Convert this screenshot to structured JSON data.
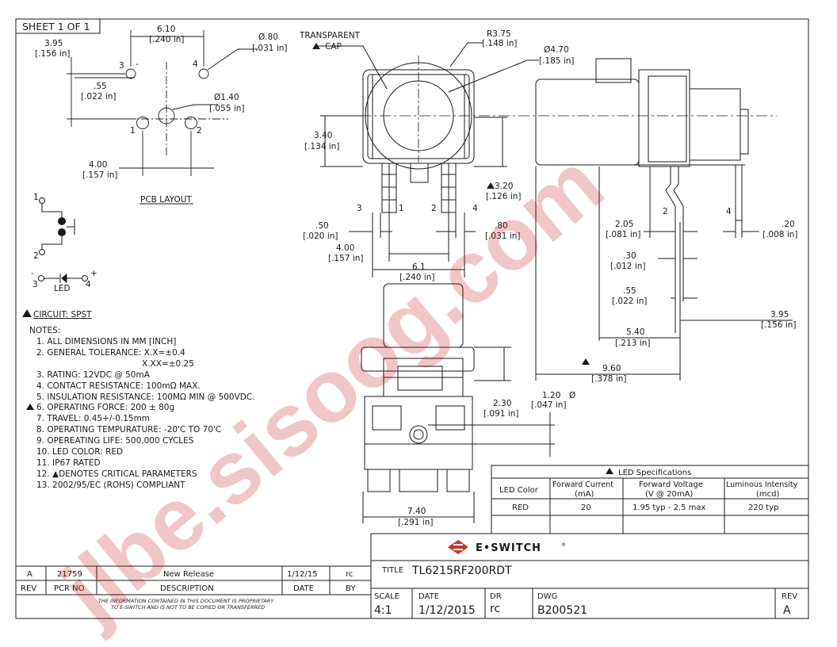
{
  "sheet_label": "SHEET 1 OF 1",
  "pcb_layout": {
    "title": "PCB LAYOUT",
    "dim_3_95": [
      "3.95",
      "[.156 in]"
    ],
    "dim_6_10": [
      "6.10",
      "[.240 in]"
    ],
    "dim_hole_0_80": [
      "Ø.80",
      "[.031 in]"
    ],
    "dim_0_55": [
      ".55",
      "[.022 in]"
    ],
    "dim_hole_1_40": [
      "Ø1.40",
      "[.055 in]"
    ],
    "dim_4_00": [
      "4.00",
      "[.157 in]"
    ],
    "pin_labels": [
      "3",
      "-",
      "4",
      "1",
      "2"
    ]
  },
  "schematic": {
    "pin_1": "1",
    "pin_2": "2",
    "pin_3": "3",
    "pin_4": "4",
    "minus": "-",
    "plus": "+",
    "led_label": "LED"
  },
  "circuit_label": "CIRCUIT: SPST",
  "notes": {
    "heading": "NOTES:",
    "items": [
      "1. ALL DIMENSIONS IN MM [INCH]",
      "2. GENERAL TOLERANCE: X.X=±0.4",
      "X.XX=±0.25",
      "3. RATING: 12VDC @ 50mA",
      "4. CONTACT RESISTANCE: 100mΩ  MAX.",
      "5. INSULATION RESISTANCE: 100MΩ  MIN @ 500VDC.",
      "6. OPERATING FORCE: 200 ± 80g",
      "7. TRAVEL: 0.45+/-0.15mm",
      "8. OPERATING TEMPURATURE: -20'C TO 70'C",
      "9. OPEREATING LIFE: 500,000 CYCLES",
      "10. LED COLOR: RED",
      "11. IP67 RATED",
      "12. ▲DENOTES CRITICAL PARAMETERS",
      "13. 2002/95/EC (ROHS) COMPLIANT"
    ]
  },
  "top_view": {
    "transparent_cap": [
      "TRANSPARENT",
      "CAP"
    ],
    "r_3_75": [
      "R3.75",
      "[.148 in]"
    ],
    "d_4_70": [
      "Ø4.70",
      "[.185 in]"
    ],
    "d_3_40": [
      "3.40",
      "[.134 in]"
    ],
    "d_3_20": [
      "3.20",
      "[.126 in]"
    ],
    "pin_labels": [
      "3",
      "1",
      "2",
      "4"
    ],
    "d_0_50": [
      ".50",
      "[.020 in]"
    ],
    "d_0_80": [
      ".80",
      "[.031 in]"
    ],
    "d_4_00": [
      "4.00",
      "[.157 in]"
    ],
    "d_6_1": [
      "6.1",
      "[.240 in]"
    ]
  },
  "front_view": {
    "d_2_30": [
      "2.30",
      "[.091 in]"
    ],
    "d_1_20": [
      "1.20",
      "Ø",
      "[.047 in]"
    ],
    "d_7_40": [
      "7.40",
      "[.291 in]"
    ]
  },
  "side_view": {
    "pin_labels": [
      "2",
      "4"
    ],
    "d_2_05": [
      "2.05",
      "[.081 in]"
    ],
    "d_0_20": [
      ".20",
      "[.008 in]"
    ],
    "d_0_30": [
      ".30",
      "[.012 in]"
    ],
    "d_0_55": [
      ".55",
      "[.022 in]"
    ],
    "d_3_95": [
      "3.95",
      "[.156 in]"
    ],
    "d_5_40": [
      "5.40",
      "[.213 in]"
    ],
    "d_9_60": [
      "9.60",
      "[.378 in]"
    ]
  },
  "led_table": {
    "title": "LED Specifications",
    "headers": [
      "LED Color",
      "Forward Current",
      "(mA)",
      "Forward Voltage",
      "(V @ 20mA)",
      "Luminous Intensity",
      "(mcd)"
    ],
    "row": [
      "RED",
      "20",
      "1.95 typ - 2.5 max",
      "220 typ"
    ]
  },
  "revision_table": {
    "row": [
      "A",
      "21759",
      "New Release",
      "1/12/15",
      "rc"
    ],
    "headers": [
      "REV",
      "PCR NO",
      "DESCRIPTION",
      "DATE",
      "BY"
    ],
    "proprietary": [
      "THE INFORMATION CONTAINED IN THIS DOCUMENT IS PROPRIETARY",
      "TO E-SWITCH AND IS NOT TO BE COPIED OR TRANSFERRED"
    ]
  },
  "title_block": {
    "company": "E•SWITCH",
    "registered": "®",
    "title_label": "TITLE",
    "title": "TL6215RF200RDT",
    "scale_label": "SCALE",
    "scale": "4:1",
    "date_label": "DATE",
    "date": "1/12/2015",
    "dr_label": "DR",
    "dr": "rc",
    "dwg_label": "DWG",
    "dwg": "B200521",
    "rev_label": "REV",
    "rev": "A"
  },
  "watermark": "jlbe.sisoog.com",
  "colors": {
    "line": "#1a1a1a",
    "watermark": "#c00000",
    "accent": "#c0392b"
  }
}
